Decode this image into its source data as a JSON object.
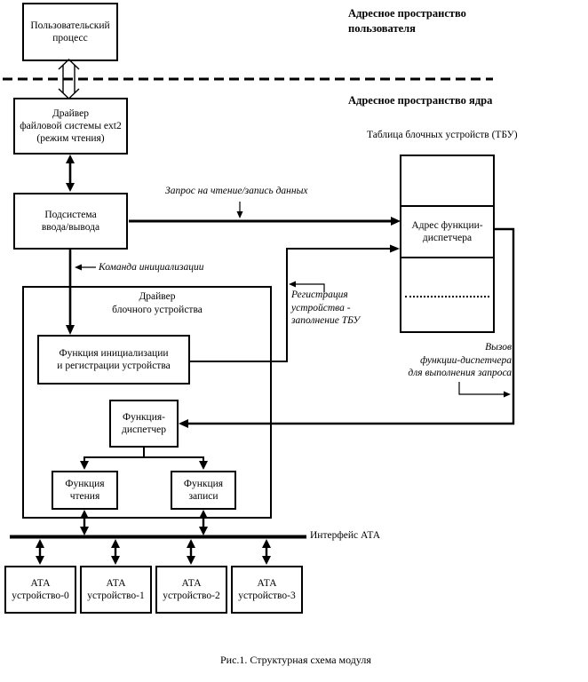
{
  "headers": {
    "user_space": {
      "lines": [
        "Адресное пространство",
        "пользователя"
      ]
    },
    "kernel_space": "Адресное пространство ядра"
  },
  "boxes": {
    "user_process": {
      "lines": [
        "Пользовательский",
        "процесс"
      ]
    },
    "ext2_driver": {
      "lines": [
        "Драйвер",
        "файловой системы ext2",
        "(режим чтения)"
      ]
    },
    "io_subsystem": {
      "lines": [
        "Подсистема",
        "ввода/вывода"
      ]
    },
    "block_driver": {
      "lines": [
        "Драйвер",
        "блочного устройства"
      ]
    },
    "init_function": {
      "lines": [
        "Функция инициализации",
        "и регистрации устройства"
      ]
    },
    "dispatcher": {
      "lines": [
        "Функция-",
        "диспетчер"
      ]
    },
    "read_function": {
      "lines": [
        "Функция",
        "чтения"
      ]
    },
    "write_function": {
      "lines": [
        "Функция",
        "записи"
      ]
    },
    "ata_devices": [
      {
        "lines": [
          "АТА",
          "устройство-0"
        ]
      },
      {
        "lines": [
          "АТА",
          "устройство-1"
        ]
      },
      {
        "lines": [
          "АТА",
          "устройство-2"
        ]
      },
      {
        "lines": [
          "АТА",
          "устройство-3"
        ]
      }
    ]
  },
  "tbu": {
    "title": "Таблица блочных устройств (ТБУ)",
    "address_cell": {
      "lines": [
        "Адрес функции-",
        "диспетчера"
      ]
    }
  },
  "labels": {
    "request": "Запрос на чтение/запись данных",
    "init_command": "Команда инициализации",
    "registration": {
      "lines": [
        "Регистрация",
        "устройства -",
        "заполнение ТБУ"
      ]
    },
    "dispatcher_call": {
      "lines": [
        "Вызов",
        "функции-диспетчера",
        "для выполнения запроса"
      ]
    },
    "ata_interface": "Интерфейс АТА"
  },
  "caption": "Рис.1. Структурная схема модуля",
  "colors": {
    "ink": "#000000",
    "paper": "#ffffff"
  }
}
